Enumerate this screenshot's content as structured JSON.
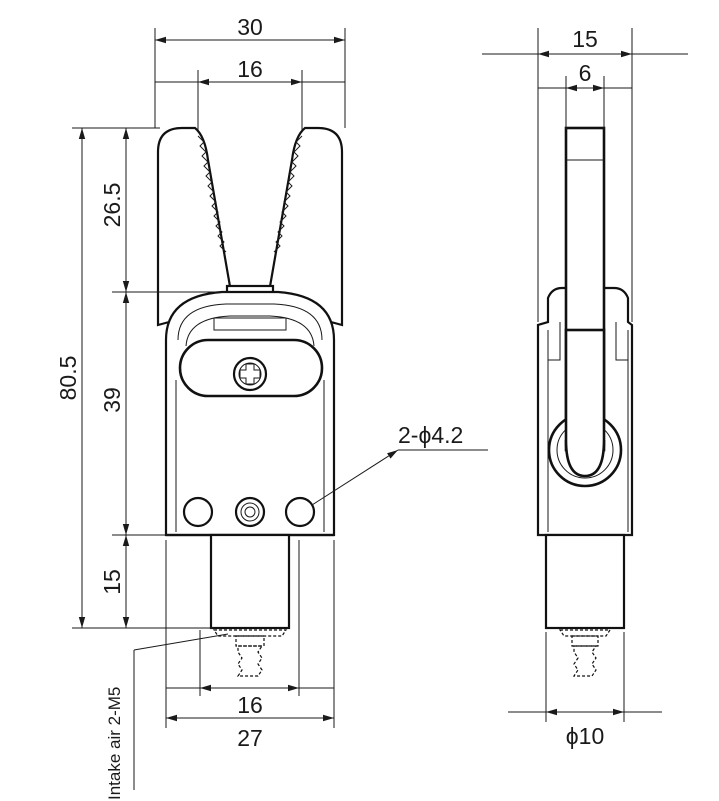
{
  "dimensions": {
    "front_width_total": "30",
    "front_jaw_opening": "16",
    "front_height_total": "80.5",
    "front_jaw_height": "26.5",
    "front_body_height": "39",
    "front_stem_height": "15",
    "front_stem_width": "16",
    "front_base_width": "27",
    "side_width_total": "15",
    "side_jaw_width": "6",
    "side_stem_diameter": "ϕ10"
  },
  "annotations": {
    "mount_holes": "2-ϕ4.2",
    "intake_air": "Intake air 2-M5"
  },
  "icons": {
    "screw": "phillips-screw-icon",
    "arrow": "arrowhead-icon"
  },
  "colors": {
    "line": "#111111",
    "background": "#ffffff"
  }
}
